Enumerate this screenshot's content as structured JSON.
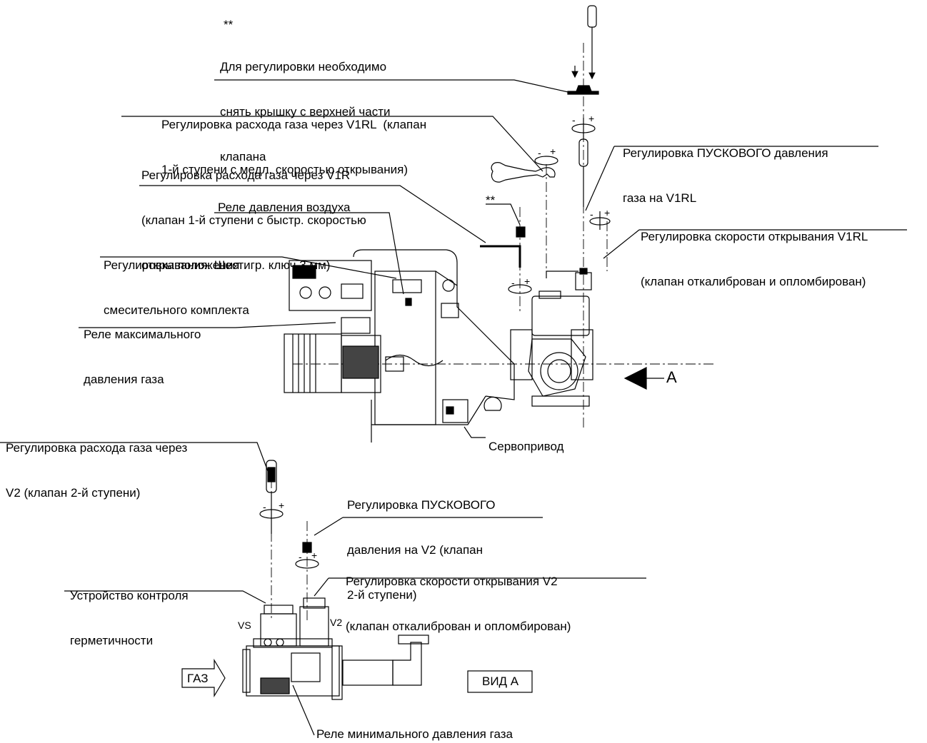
{
  "labels": {
    "top_note": {
      "marks": "**",
      "lines": [
        "Для регулировки необходимо",
        "снять крышку с верхней части",
        "клапана"
      ]
    },
    "v1rl_flow": {
      "lines": [
        "Регулировка расхода газа через V1RL  (клапан",
        "1-й ступени с медл. скоростью открывания)"
      ]
    },
    "v1r_flow": {
      "lines": [
        "Регулировка расхода газа через V1R",
        "(клапан 1-й ступени с быстр. скоростью",
        "открывания. Шестигр. ключ 3 мм)"
      ]
    },
    "v1rl_start": {
      "lines": [
        "Регулировка ПУСКОВОГО давления",
        "газа на V1RL"
      ]
    },
    "air_switch": {
      "lines": [
        "Реле давления воздуха"
      ]
    },
    "mid_marks": "**",
    "v1rl_speed": {
      "lines": [
        "Регулировка скорости открывания V1RL",
        "(клапан откалиброван и опломбирован)"
      ]
    },
    "mixing": {
      "lines": [
        "Регулировка положения",
        "смесительного комплекта"
      ]
    },
    "max_gas": {
      "lines": [
        "Реле максимального",
        "давления газа"
      ]
    },
    "arrow_a": "A",
    "servo": {
      "lines": [
        "Сервопривод"
      ]
    },
    "v2_flow": {
      "lines": [
        "Регулировка расхода газа через",
        "V2 (клапан 2-й ступени)"
      ]
    },
    "v2_start": {
      "lines": [
        "Регулировка ПУСКОВОГО",
        "давления на V2 (клапан",
        "2-й ступени)"
      ]
    },
    "v2_speed": {
      "lines": [
        "Регулировка скорости открывания V2",
        "(клапан откалиброван и опломбирован)"
      ]
    },
    "leak_control": {
      "lines": [
        "Устройство контроля",
        "герметичности"
      ]
    },
    "vs_tag": "VS",
    "v2_tag": "V2",
    "gas_tag": "ГАЗ",
    "view_a": "ВИД А",
    "min_gas": {
      "lines": [
        "Реле минимального давления газа"
      ]
    }
  },
  "adjust_signs": {
    "minus": "-",
    "plus": "+"
  }
}
